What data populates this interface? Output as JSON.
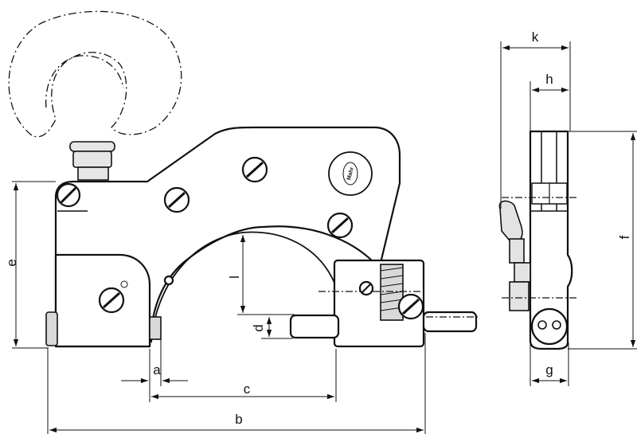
{
  "brand": "Mahr",
  "dimensions": {
    "a": "a",
    "b": "b",
    "c": "c",
    "d": "d",
    "e": "e",
    "f": "f",
    "g": "g",
    "h": "h",
    "k": "k",
    "l": "l"
  },
  "icons": {
    "screw": "slotted-screw-icon",
    "knob": "handle-knob-icon",
    "logo": "mahr-logo"
  }
}
